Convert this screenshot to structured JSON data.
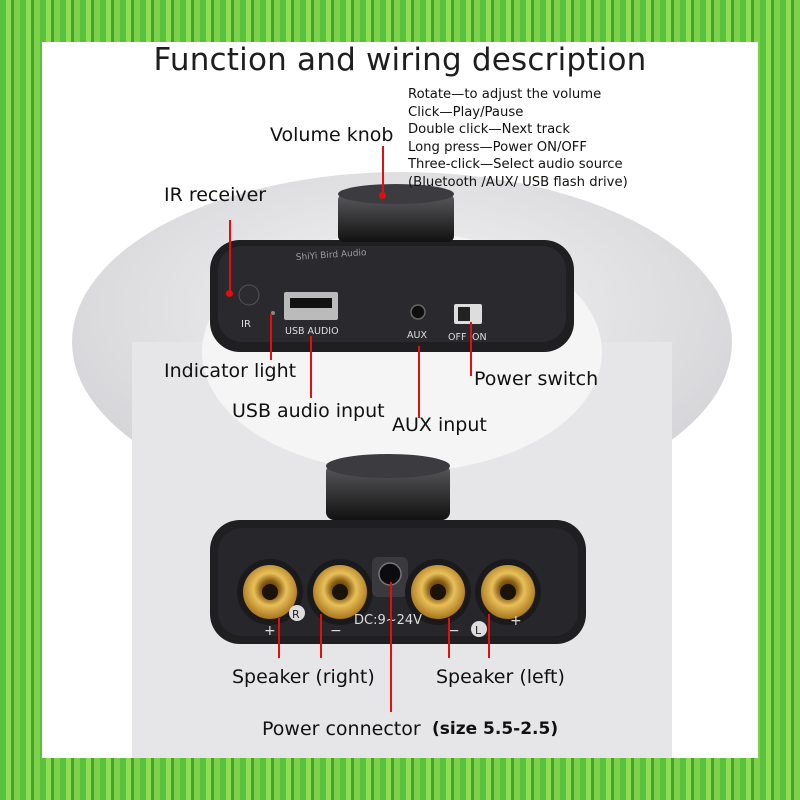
{
  "title": "Function and wiring description",
  "labels": {
    "volume_knob": "Volume knob",
    "ir_receiver": "IR receiver",
    "indicator_light": "Indicator light",
    "usb_audio_input": "USB audio input",
    "aux_input": "AUX input",
    "power_switch": "Power switch",
    "speaker_right": "Speaker (right)",
    "speaker_left": "Speaker (left)",
    "power_connector": "Power connector",
    "power_connector_size": "(size 5.5-2.5)"
  },
  "knob_functions": [
    "Rotate—to adjust the volume",
    "Click—Play/Pause",
    "Double click—Next track",
    "Long press—Power ON/OFF",
    "Three-click—Select audio source",
    "(Bluetooth /AUX/ USB flash drive)"
  ],
  "device_print": {
    "ir": "IR",
    "usb": "USB AUDIO",
    "aux": "AUX",
    "off": "OFF",
    "on": "ON",
    "brand": "ShiYi Bird Audio",
    "r": "R",
    "l": "L",
    "dc": "DC:9~24V",
    "plus": "+",
    "minus": "−"
  },
  "colors": {
    "border": "#58c23c",
    "annotation": "#e01010",
    "device": "#1c1c1e",
    "terminal_gold": "#c9962a"
  }
}
